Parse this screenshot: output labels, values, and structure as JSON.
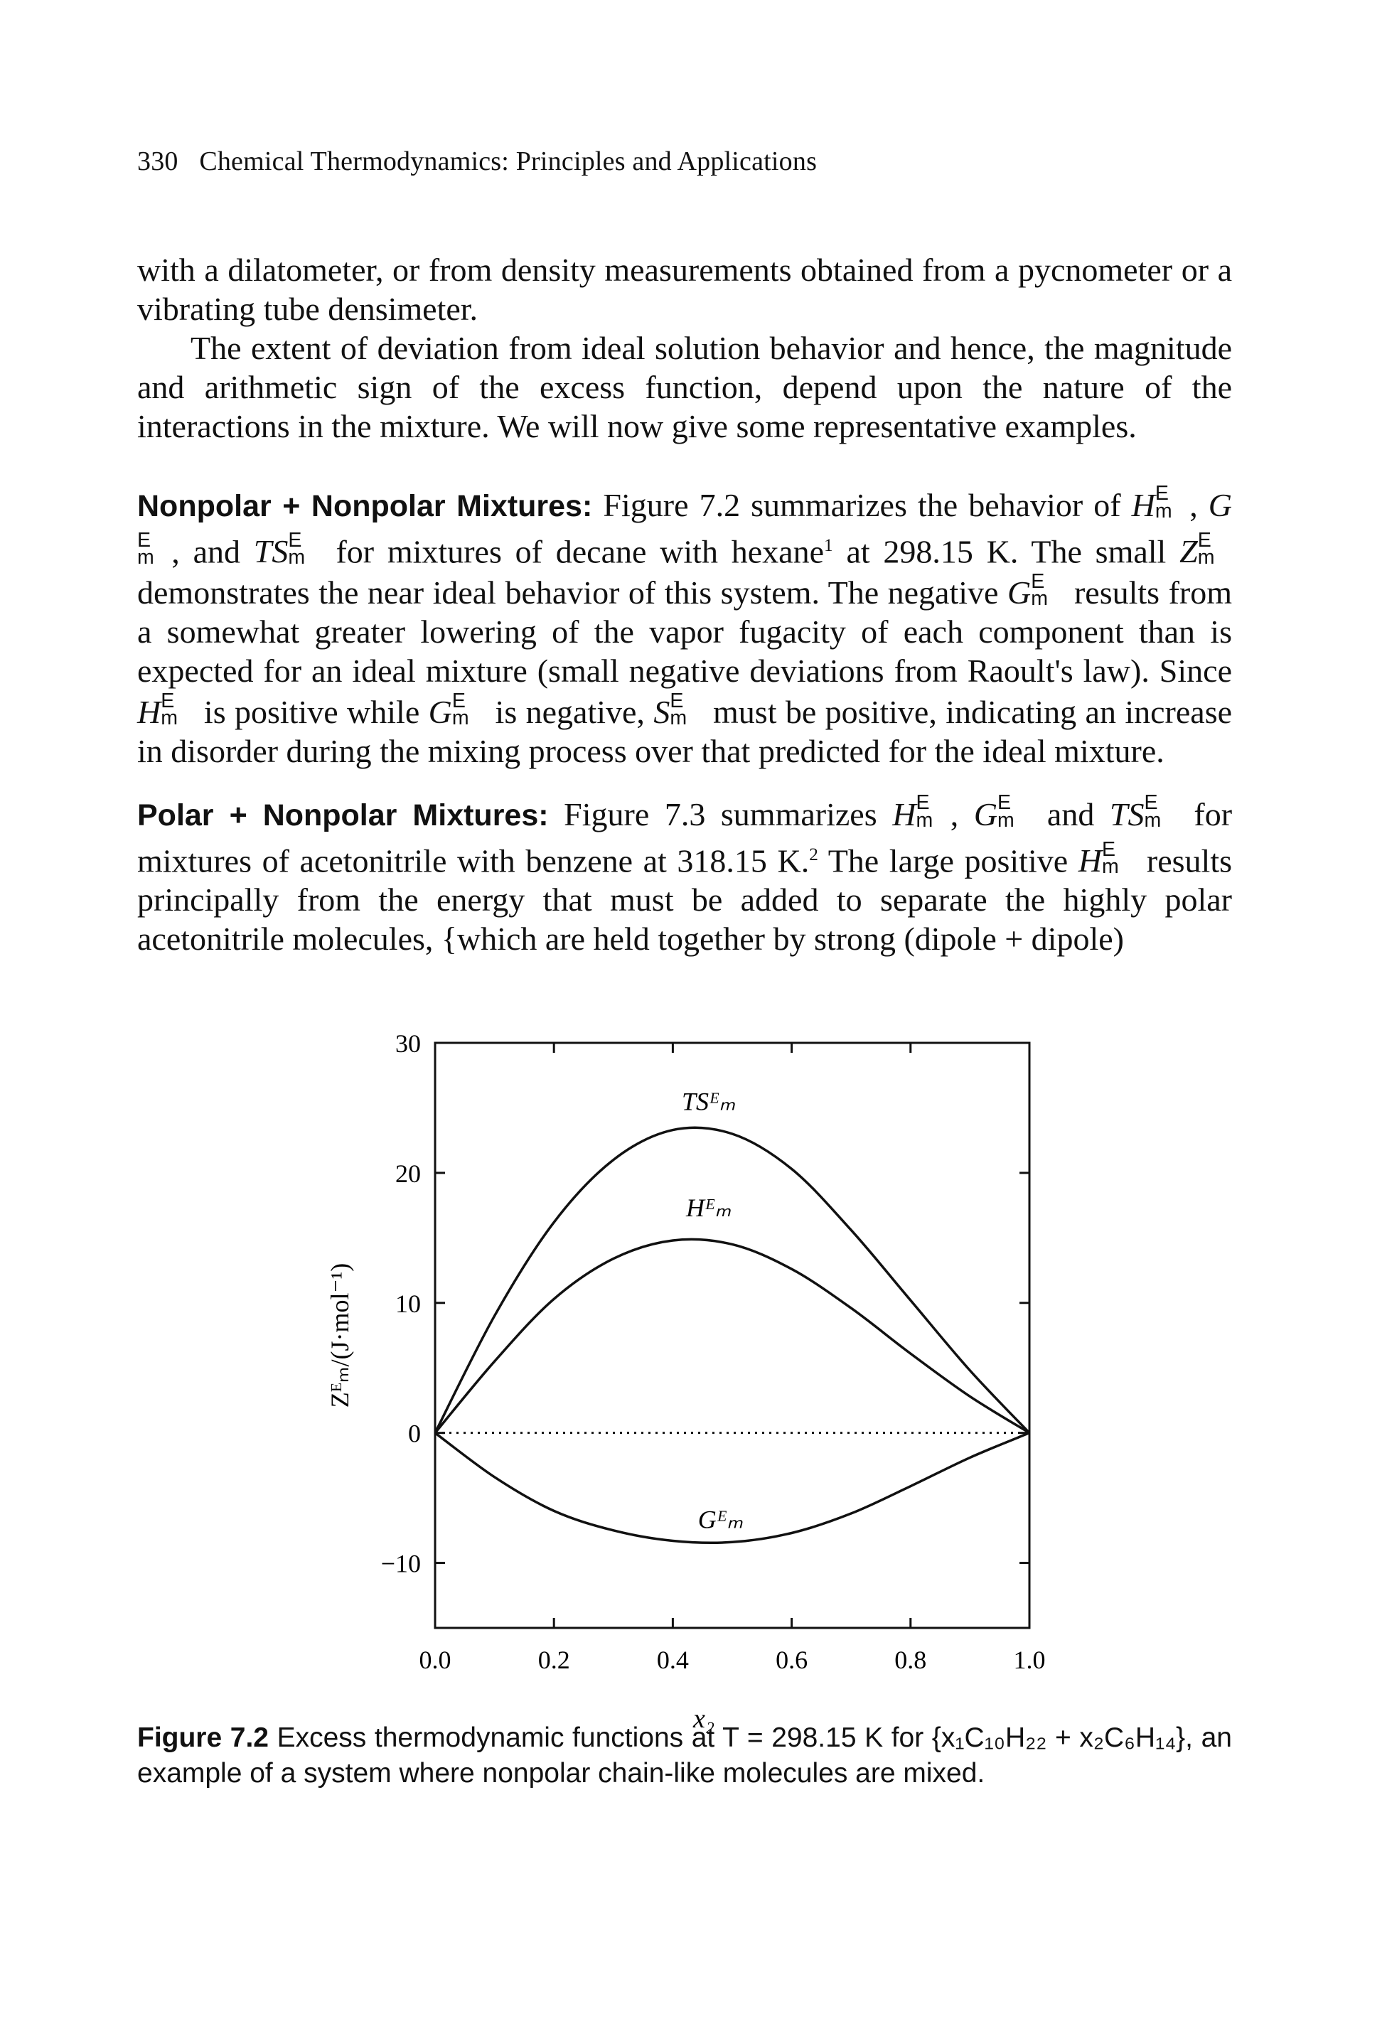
{
  "header": {
    "page_number": "330",
    "running_title": "Chemical Thermodynamics: Principles and Applications"
  },
  "paragraphs": {
    "p1": "with a dilatometer, or from density measurements obtained from a pycnometer or a vibrating tube densimeter.",
    "p2": "The extent of deviation from ideal solution behavior and hence, the magnitude and arithmetic sign of the excess function, depend upon the nature of the interactions in the mixture. We will now give some representative examples.",
    "p3_lead": "Nonpolar + Nonpolar Mixtures:",
    "p3_a": "Figure 7.2 summarizes the behavior of",
    "p3_b": ", and",
    "p3_c": "for mixtures of decane with hexane",
    "p3_fn": "1",
    "p3_d": "at 298.15 K. The small",
    "p3_e": "demonstrates the near ideal behavior of this system. The negative",
    "p3_f": "results from a somewhat greater lowering of the vapor fugacity of each component than is expected for an ideal mixture (small negative deviations from Raoult's law). Since",
    "p3_g": "is positive while",
    "p3_h": "is negative,",
    "p3_i": "must be positive, indicating an increase in disorder during the mixing process over that predicted for the ideal mixture.",
    "p4_lead": "Polar + Nonpolar Mixtures:",
    "p4_a": "Figure 7.3 summarizes",
    "p4_b": "and",
    "p4_c": "for mixtures of acetonitrile with benzene at 318.15 K.",
    "p4_fn": "2",
    "p4_d": "The large positive",
    "p4_e": "results principally from the energy that must be added to separate the highly polar acetonitrile molecules, {which are held together by strong (dipole + dipole)"
  },
  "symbols": {
    "H": "H",
    "G": "G",
    "TS": "TS",
    "S": "S",
    "Z": "Z",
    "sup": "E",
    "sub": "m"
  },
  "chart_data": {
    "type": "line",
    "xlabel": "x₂",
    "ylabel": "Zᴱₘ/(J·mol⁻¹)",
    "xlim": [
      0.0,
      1.0
    ],
    "ylim": [
      -15,
      30
    ],
    "x_ticks": [
      "0.0",
      "0.2",
      "0.4",
      "0.6",
      "0.8",
      "1.0"
    ],
    "y_ticks": [
      "30",
      "20",
      "10",
      "0",
      "−10"
    ],
    "x": [
      0.0,
      0.1,
      0.2,
      0.3,
      0.4,
      0.5,
      0.6,
      0.7,
      0.8,
      0.9,
      1.0
    ],
    "series": [
      {
        "name": "TSᴱₘ",
        "values": [
          0,
          9.0,
          16.2,
          21.0,
          23.3,
          23.0,
          20.3,
          15.6,
          10.2,
          4.8,
          0
        ]
      },
      {
        "name": "Hᴱₘ",
        "values": [
          0,
          5.5,
          10.3,
          13.4,
          14.8,
          14.5,
          12.6,
          9.6,
          6.1,
          2.8,
          0
        ]
      },
      {
        "name": "Gᴱₘ",
        "values": [
          0,
          -3.4,
          -6.0,
          -7.5,
          -8.3,
          -8.4,
          -7.7,
          -6.2,
          -4.1,
          -1.9,
          0
        ]
      }
    ],
    "reference_line": {
      "y": 0,
      "style": "dotted"
    }
  },
  "caption": {
    "label": "Figure 7.2",
    "text": "Excess thermodynamic functions at T = 298.15 K for {x₁C₁₀H₂₂ + x₂C₆H₁₄}, an example of a system where nonpolar chain-like molecules are mixed."
  }
}
